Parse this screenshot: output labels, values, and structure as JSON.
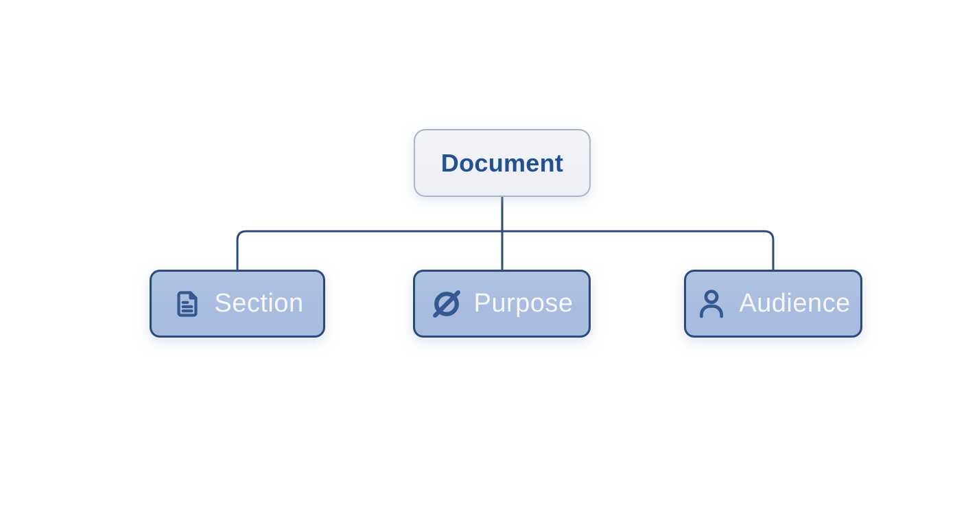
{
  "diagram": {
    "type": "tree",
    "root": {
      "label": "Document"
    },
    "children": [
      {
        "id": "section",
        "label": "Section",
        "icon": "file-text-icon"
      },
      {
        "id": "purpose",
        "label": "Purpose",
        "icon": "slashed-circle-icon"
      },
      {
        "id": "audience",
        "label": "Audience",
        "icon": "person-icon"
      }
    ],
    "colors": {
      "background": "#ffffff",
      "root_fill": "#edeff4",
      "root_border": "#a9b3c3",
      "root_text": "#215192",
      "child_fill": "#a7bcdf",
      "child_border": "#2b4a78",
      "child_text": "#f6f8fb",
      "icon": "#35588e",
      "connector": "#2b4a78"
    }
  }
}
